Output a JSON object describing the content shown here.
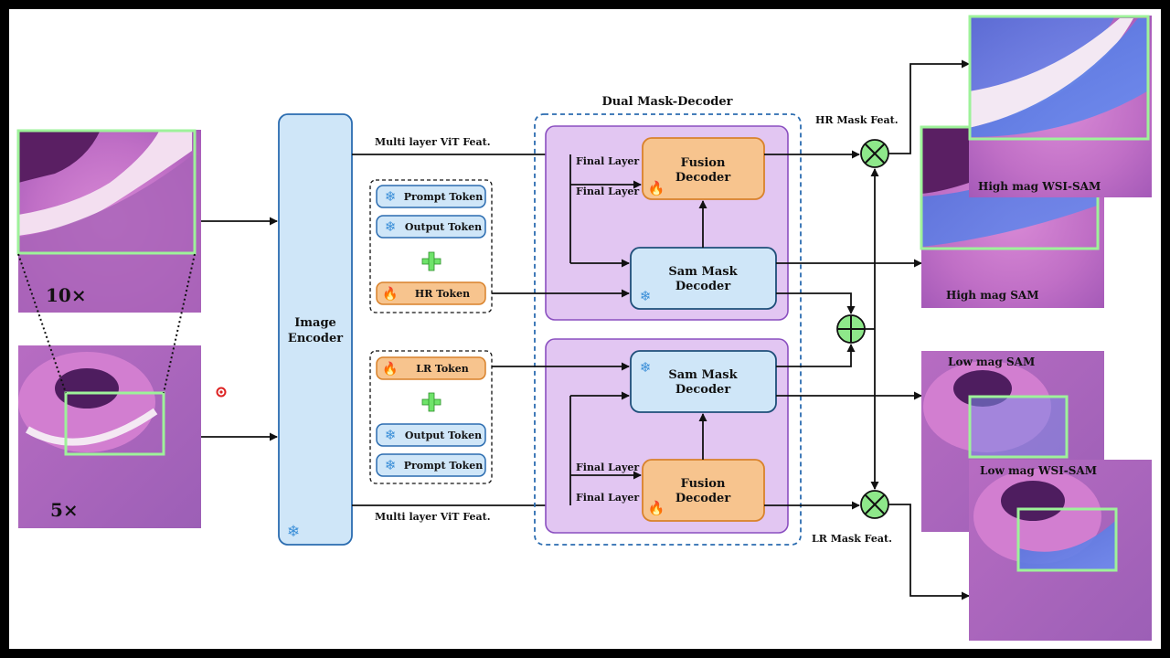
{
  "title": "Dual Mask-Decoder",
  "image_encoder": "Image Encoder",
  "zoom_10x": "10×",
  "zoom_5x": "5×",
  "vit_feat_top": "Multi layer ViT Feat.",
  "vit_feat_bottom": "Multi layer ViT Feat.",
  "tokens_top": {
    "prompt": "Prompt Token",
    "output": "Output Token",
    "hr": "HR Token"
  },
  "tokens_bottom": {
    "lr": "LR Token",
    "output": "Output Token",
    "prompt": "Prompt Token"
  },
  "decoder_top": {
    "fusion_line1": "Fusion",
    "fusion_line2": "Decoder",
    "sam_line1": "Sam Mask",
    "sam_line2": "Decoder",
    "final_layer_a": "Final Layer",
    "final_layer_b": "Final Layer"
  },
  "decoder_bottom": {
    "fusion_line1": "Fusion",
    "fusion_line2": "Decoder",
    "sam_line1": "Sam Mask",
    "sam_line2": "Decoder",
    "final_layer_a": "Final Layer",
    "final_layer_b": "Final Layer"
  },
  "hr_mask_feat": "HR Mask Feat.",
  "lr_mask_feat": "LR Mask Feat.",
  "outputs": {
    "high_wsi": "High mag WSI-SAM",
    "high_sam": "High mag SAM",
    "low_sam": "Low mag SAM",
    "low_wsi": "Low mag WSI-SAM"
  },
  "colors": {
    "frozen_box": "#cfe6f8",
    "trainable_box": "#f7c48e",
    "decoder_bg": "#e2c6f2",
    "op_circle": "#8ee88a",
    "roi_frame": "#9ef29a"
  }
}
